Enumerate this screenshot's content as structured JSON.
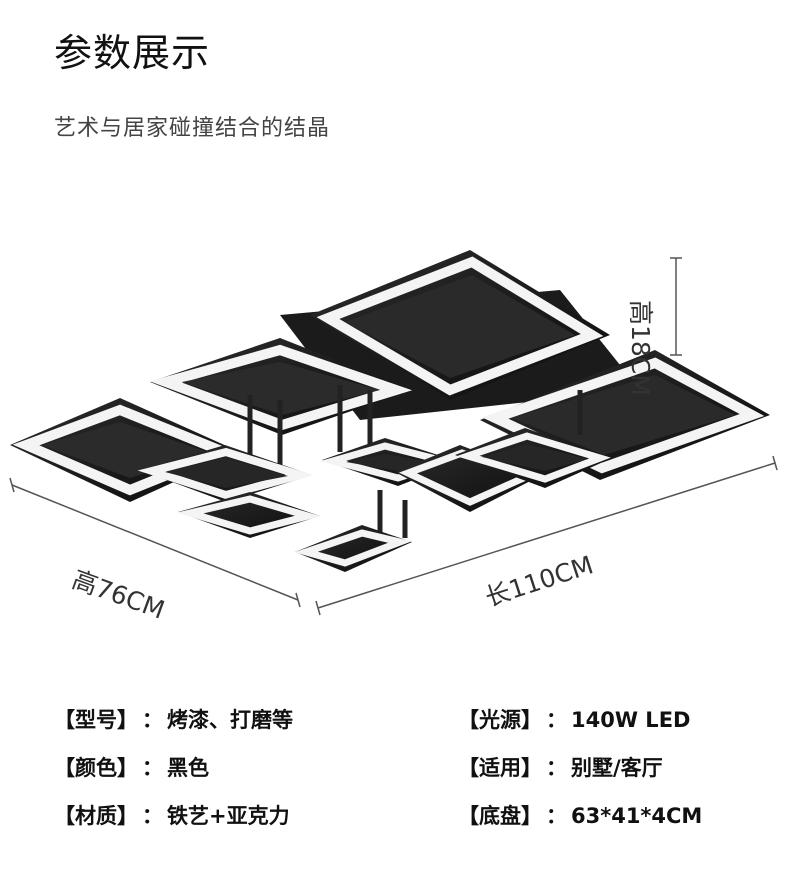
{
  "header": {
    "title": "参数展示",
    "subtitle": "艺术与居家碰撞结合的结晶"
  },
  "dimensions": {
    "height": "高18CM",
    "depth": "高76CM",
    "length": "长110CM"
  },
  "specs": {
    "left": [
      {
        "label": "【型号】",
        "sep": "：",
        "value": "烤漆、打磨等"
      },
      {
        "label": "【颜色】",
        "sep": "：",
        "value": "黑色"
      },
      {
        "label": "【材质】",
        "sep": "：",
        "value": "铁艺+亚克力"
      }
    ],
    "right": [
      {
        "label": "【光源】",
        "sep": "：",
        "value": "140W LED"
      },
      {
        "label": "【适用】",
        "sep": "：",
        "value": "别墅/客厅"
      },
      {
        "label": "【底盘】",
        "sep": "：",
        "value": "63*41*4CM"
      }
    ]
  }
}
